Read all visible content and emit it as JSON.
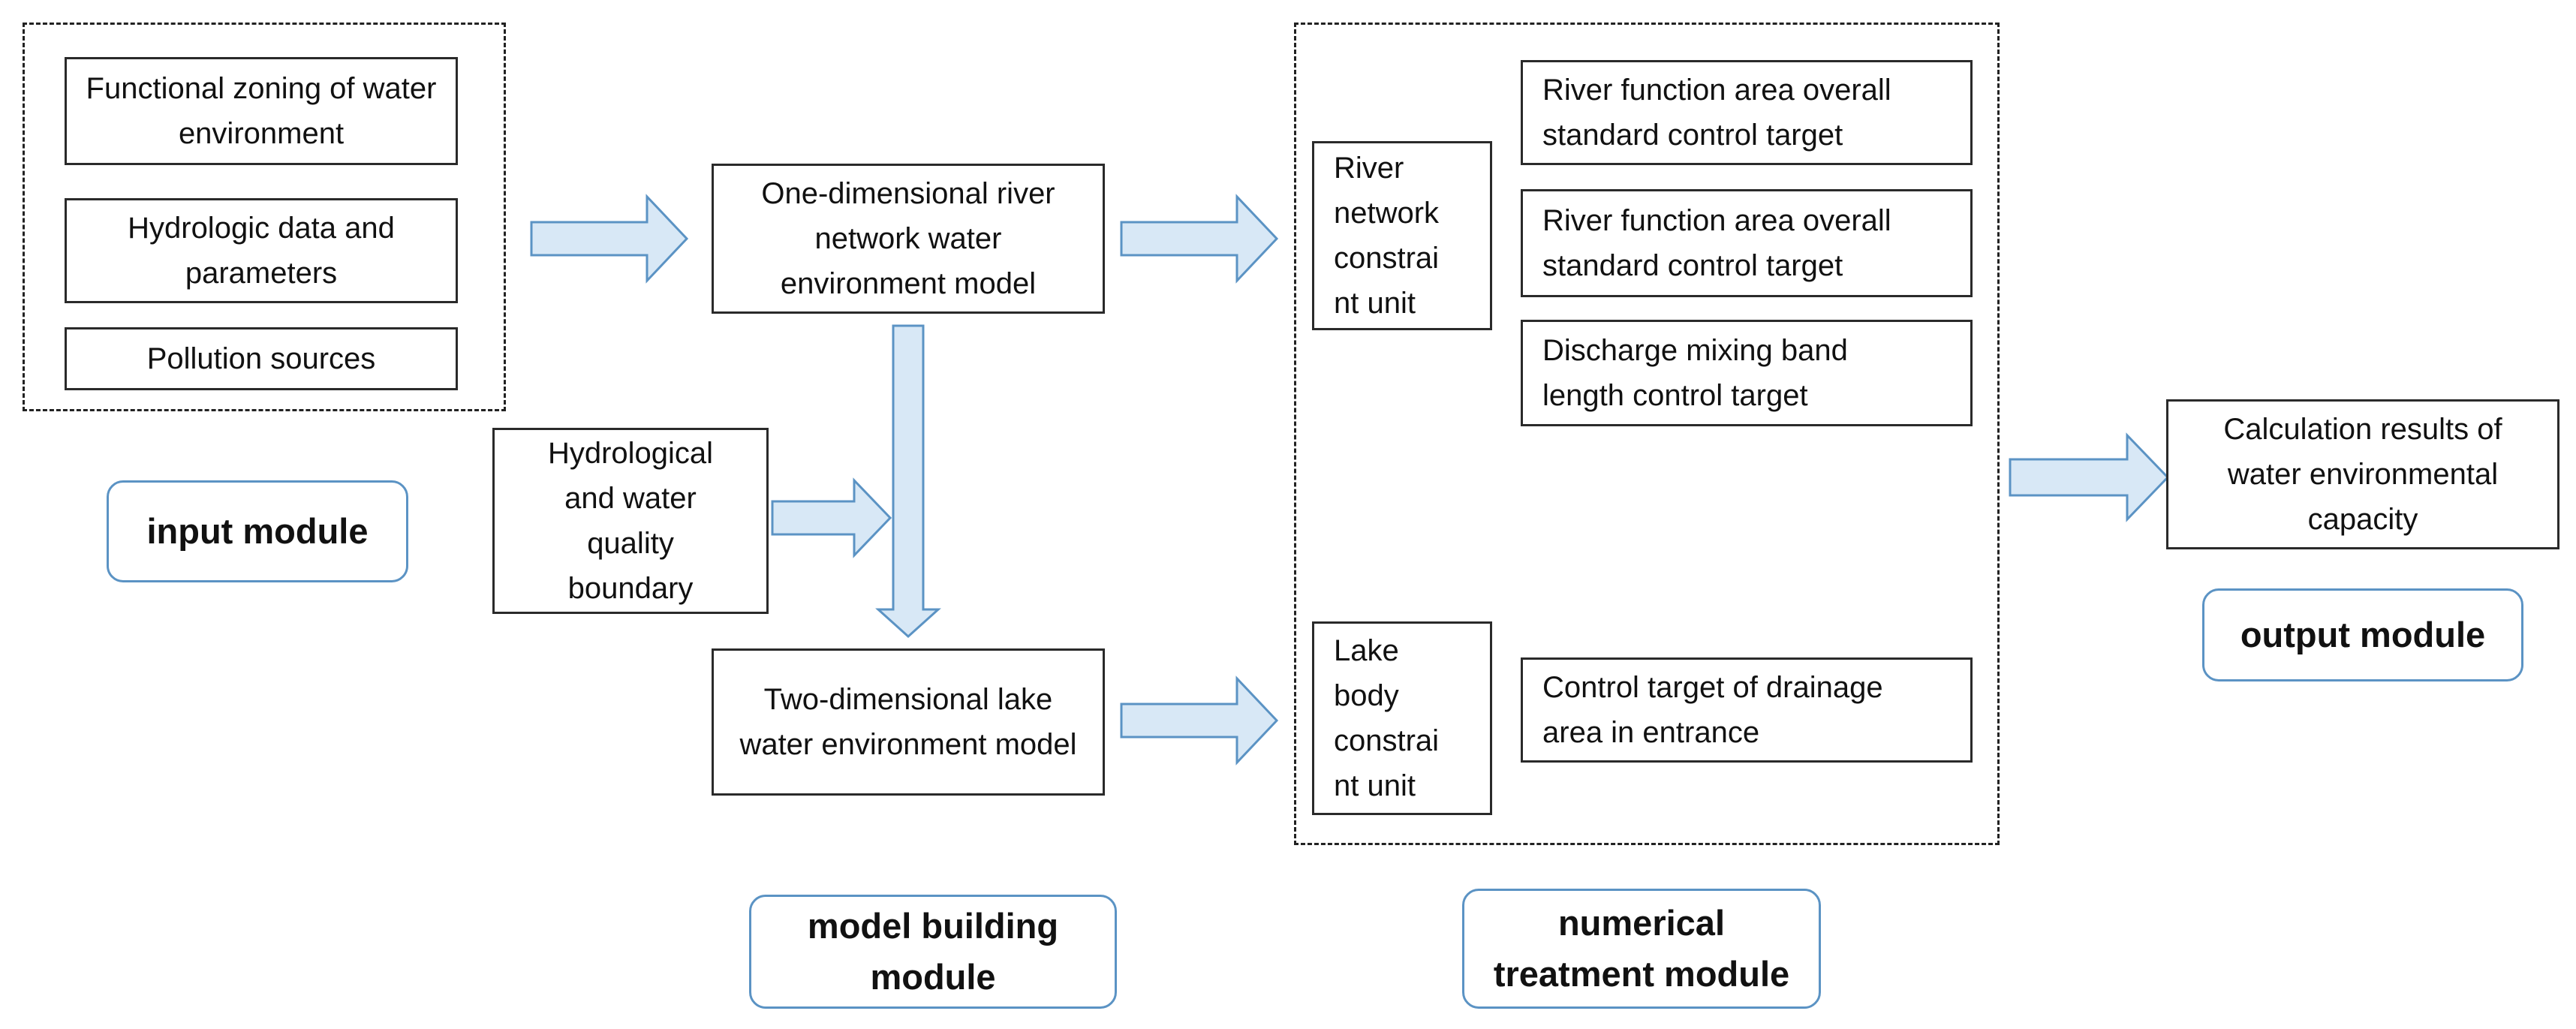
{
  "input_group": {
    "boxes": [
      "Functional zoning of water environment",
      "Hydrologic data and parameters",
      "Pollution sources"
    ],
    "label": "input module"
  },
  "model_building": {
    "river_model": "One-dimensional river network water environment model",
    "boundary": "Hydrological and water quality boundary",
    "lake_model": "Two-dimensional lake water environment model",
    "label": "model building module"
  },
  "numerical_treatment": {
    "river_unit": "River network constrai nt unit",
    "river_targets": [
      "River function area overall standard control target",
      "River function area overall standard control target",
      "Discharge mixing band length control target"
    ],
    "lake_unit": "Lake body constrai nt unit",
    "lake_target": "Control target of drainage area in entrance",
    "label": "numerical treatment module"
  },
  "output": {
    "result": "Calculation results of water environmental capacity",
    "label": "output module"
  },
  "colors": {
    "arrow_fill": "#d8e8f6",
    "arrow_stroke": "#5b93c4",
    "module_border": "#5b93c4"
  }
}
